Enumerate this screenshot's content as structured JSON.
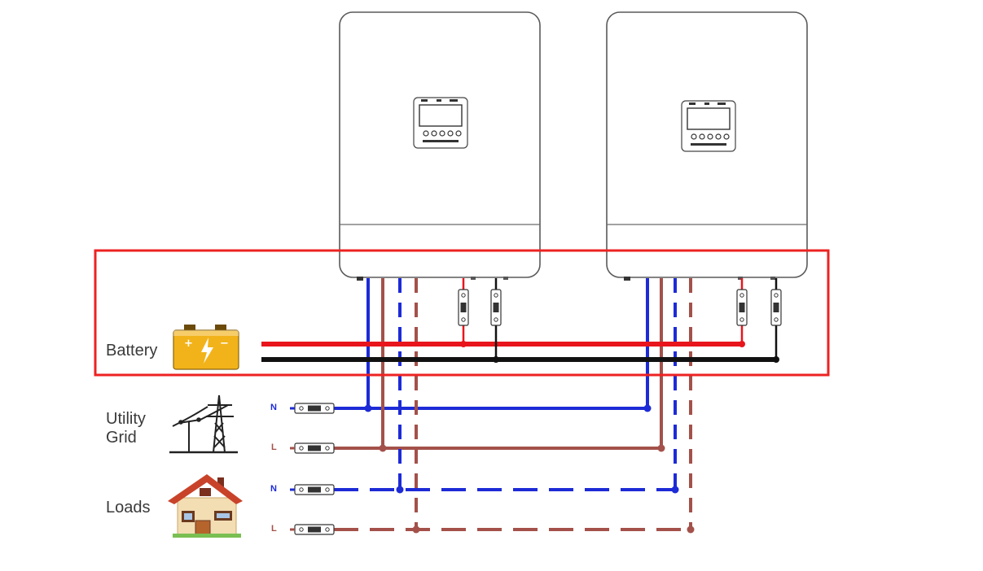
{
  "sources": {
    "battery": {
      "label": "Battery",
      "icon": "battery-icon"
    },
    "utility_grid": {
      "label": "Utility\nGrid",
      "icon": "power-pylon-icon"
    },
    "loads": {
      "label": "Loads",
      "icon": "house-icon"
    }
  },
  "wire_tags": {
    "grid_neutral": "N",
    "grid_line": "L",
    "load_neutral": "N",
    "load_line": "L"
  },
  "inverters": [
    {
      "name": "inverter-1",
      "icon": "inverter-icon"
    },
    {
      "name": "inverter-2",
      "icon": "inverter-icon"
    }
  ],
  "colors": {
    "battery_positive": "#e8161c",
    "battery_negative": "#111111",
    "neutral": "#1d2bd6",
    "line": "#a3514a",
    "highlight_box": "#ee2222",
    "battery_body": "#f2b31a",
    "roof": "#c8432a",
    "wall": "#f3ddb3"
  },
  "highlight": {
    "target": "battery-connection",
    "style": "red-outline"
  },
  "line_styles": {
    "grid": "solid",
    "loads": "dashed"
  }
}
